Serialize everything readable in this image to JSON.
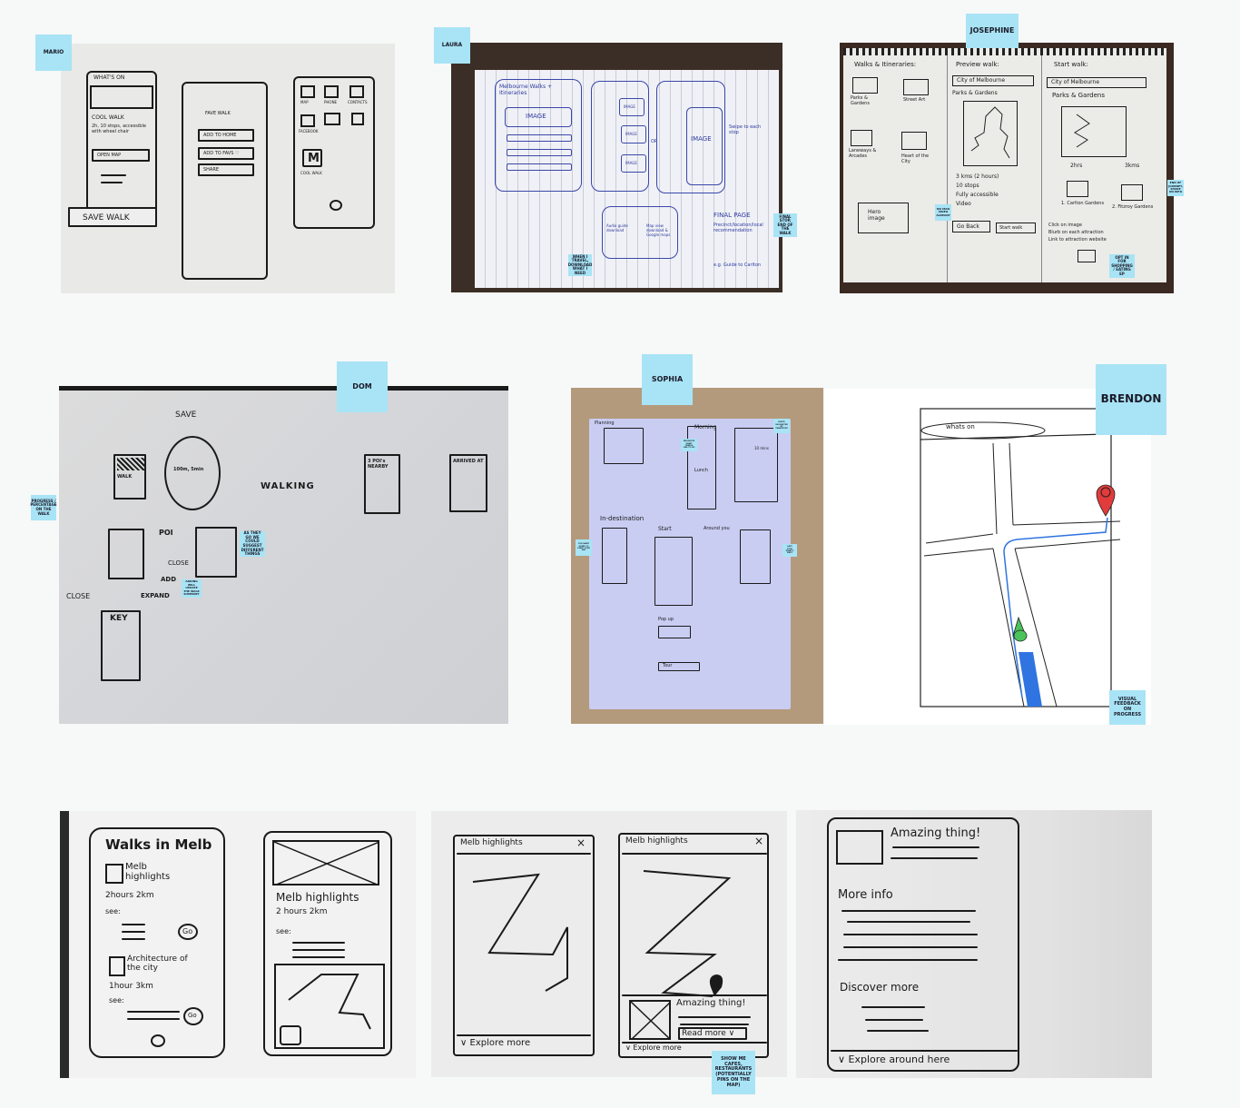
{
  "board": {
    "background": "#f7f8f8",
    "sticky_color": "#a8e4f5"
  },
  "sketches": {
    "mario": {
      "label": "MARIO",
      "screen1": {
        "header": "WHAT'S ON",
        "title": "COOL WALK",
        "info": "2h, 10 stops, accessible with wheel chair",
        "open_map": "OPEN MAP",
        "save_walk": "SAVE WALK"
      },
      "screen2": {
        "title": "FAVE WALK",
        "buttons": [
          "ADD TO HOME",
          "ADD TO FAVS ♡",
          "SHARE"
        ]
      },
      "screen3": {
        "apps": [
          "MAP",
          "PHONE",
          "CONTACTS",
          "FACEBOOK",
          "",
          ""
        ],
        "home_app": "COOL WALK"
      }
    },
    "laura": {
      "label": "LAURA",
      "screen1_title": "Melbourne Walks + Itineraries",
      "image_label": "IMAGE",
      "or_label": "OR",
      "swipe_note": "Swipe to each stop",
      "audio_guide": "Audio guide download",
      "map_view": "Map view download & Google maps",
      "final_page": "FINAL PAGE",
      "final_items": [
        "Precinct/location/local recommendation",
        "e.g. Guide to Carlton"
      ],
      "notes": [
        "WHEN I TRAVEL, DOWNLOAD WHAT I NEED",
        "FINAL STOP, END OF THE WALK"
      ]
    },
    "josephine": {
      "label": "JOSEPHINE",
      "col1": {
        "title": "Walks & Itineraries:",
        "items": [
          "Parks & Gardens",
          "Street Art",
          "Laneways & Arcades",
          "Heart of the City"
        ],
        "hero": "Hero image"
      },
      "col2": {
        "title": "Preview walk:",
        "brand": "City of Melbourne",
        "subtitle": "Parks & Gardens",
        "bullets": [
          "3 kms (2 hours)",
          "10 stops",
          "Fully accessible",
          "Video"
        ],
        "go_back": "Go Back",
        "start_walk": "Start walk"
      },
      "col3": {
        "title": "Start walk:",
        "brand": "City of Melbourne",
        "subtitle": "Parks & Gardens",
        "time": "2hrs",
        "distance": "3kms",
        "stops": [
          "1. Carlton Gardens",
          "2. Fitzroy Gardens"
        ],
        "bullets": [
          "Click on image",
          "Blurb on each attraction",
          "Link to attraction website"
        ]
      },
      "notes": [
        "NO MAN VIDEO ALREADY",
        "END OF JOURNEY, SHARE ON INFO",
        "OPT IN FOR SHOPPING / EATING EP"
      ]
    },
    "dom": {
      "label": "DOM",
      "labels": {
        "save": "SAVE",
        "walk": "WALK",
        "distance": "100m, 5min",
        "poi": "POI",
        "close": "CLOSE",
        "add": "ADD",
        "close_left": "CLOSE",
        "expand": "EXPAND",
        "key": "KEY",
        "walking": "WALKING",
        "pois_nearby": "3 POI's NEARBY",
        "arrived": "ARRIVED AT"
      },
      "notes": [
        "PROGRESS / PERCENTAGE ON THE WALK",
        "AS THEY GO WE COULD SUGGEST DIFFERENT THINGS",
        "ADDING WILL UPDATE THE WALK SUMMARY"
      ]
    },
    "sophia": {
      "label": "SOPHIA",
      "labels": {
        "planning": "Planning",
        "morning": "Morning",
        "lunch": "Lunch",
        "time": "10 mins",
        "in_destination": "In-destination",
        "start": "Start",
        "around_you": "Around you",
        "pop_up": "Pop up",
        "tour": "Tour"
      },
      "notes": [
        "FAVOURITE WHAT THINGS LIKE TO DO",
        "ROUTE SUGGESTED BY TRANSPORT",
        "YOU WANT GUIDE TO START YOUR DAY",
        "LAST STOP, WHAT'S NEXT"
      ]
    },
    "brendon": {
      "label": "BRENDON",
      "search": "whats on",
      "pin_color": "#e23b3b",
      "route_color": "#2f74e0",
      "user_color": "#4cc35a",
      "notes": [
        "VISUAL FEEDBACK ON PROGRESS"
      ]
    },
    "bottom1": {
      "screen1": {
        "title": "Walks in Melb",
        "walks": [
          {
            "name": "Melb highlights",
            "meta": "2hours  2km",
            "see": "see:",
            "go": "Go"
          },
          {
            "name": "Architecture of the city",
            "meta": "1hour  3km",
            "see": "see:",
            "go": "Go"
          }
        ]
      },
      "screen2": {
        "title": "Melb highlights",
        "meta": "2 hours  2km",
        "see": "see:"
      }
    },
    "bottom2": {
      "screen1": {
        "title": "Melb highlights",
        "close": "×",
        "footer": "∨ Explore more"
      },
      "screen2": {
        "title": "Melb highlights",
        "close": "×",
        "card_title": "Amazing thing!",
        "read_more": "Read more ∨",
        "footer": "∨ Explore more"
      },
      "notes": [
        "SHOW ME CAFES, RESTAURANTS (POTENTIALLY PINS ON THE MAP)"
      ]
    },
    "bottom3": {
      "title": "Amazing thing!",
      "more_info": "More info",
      "discover": "Discover more",
      "footer": "∨ Explore around here"
    }
  }
}
